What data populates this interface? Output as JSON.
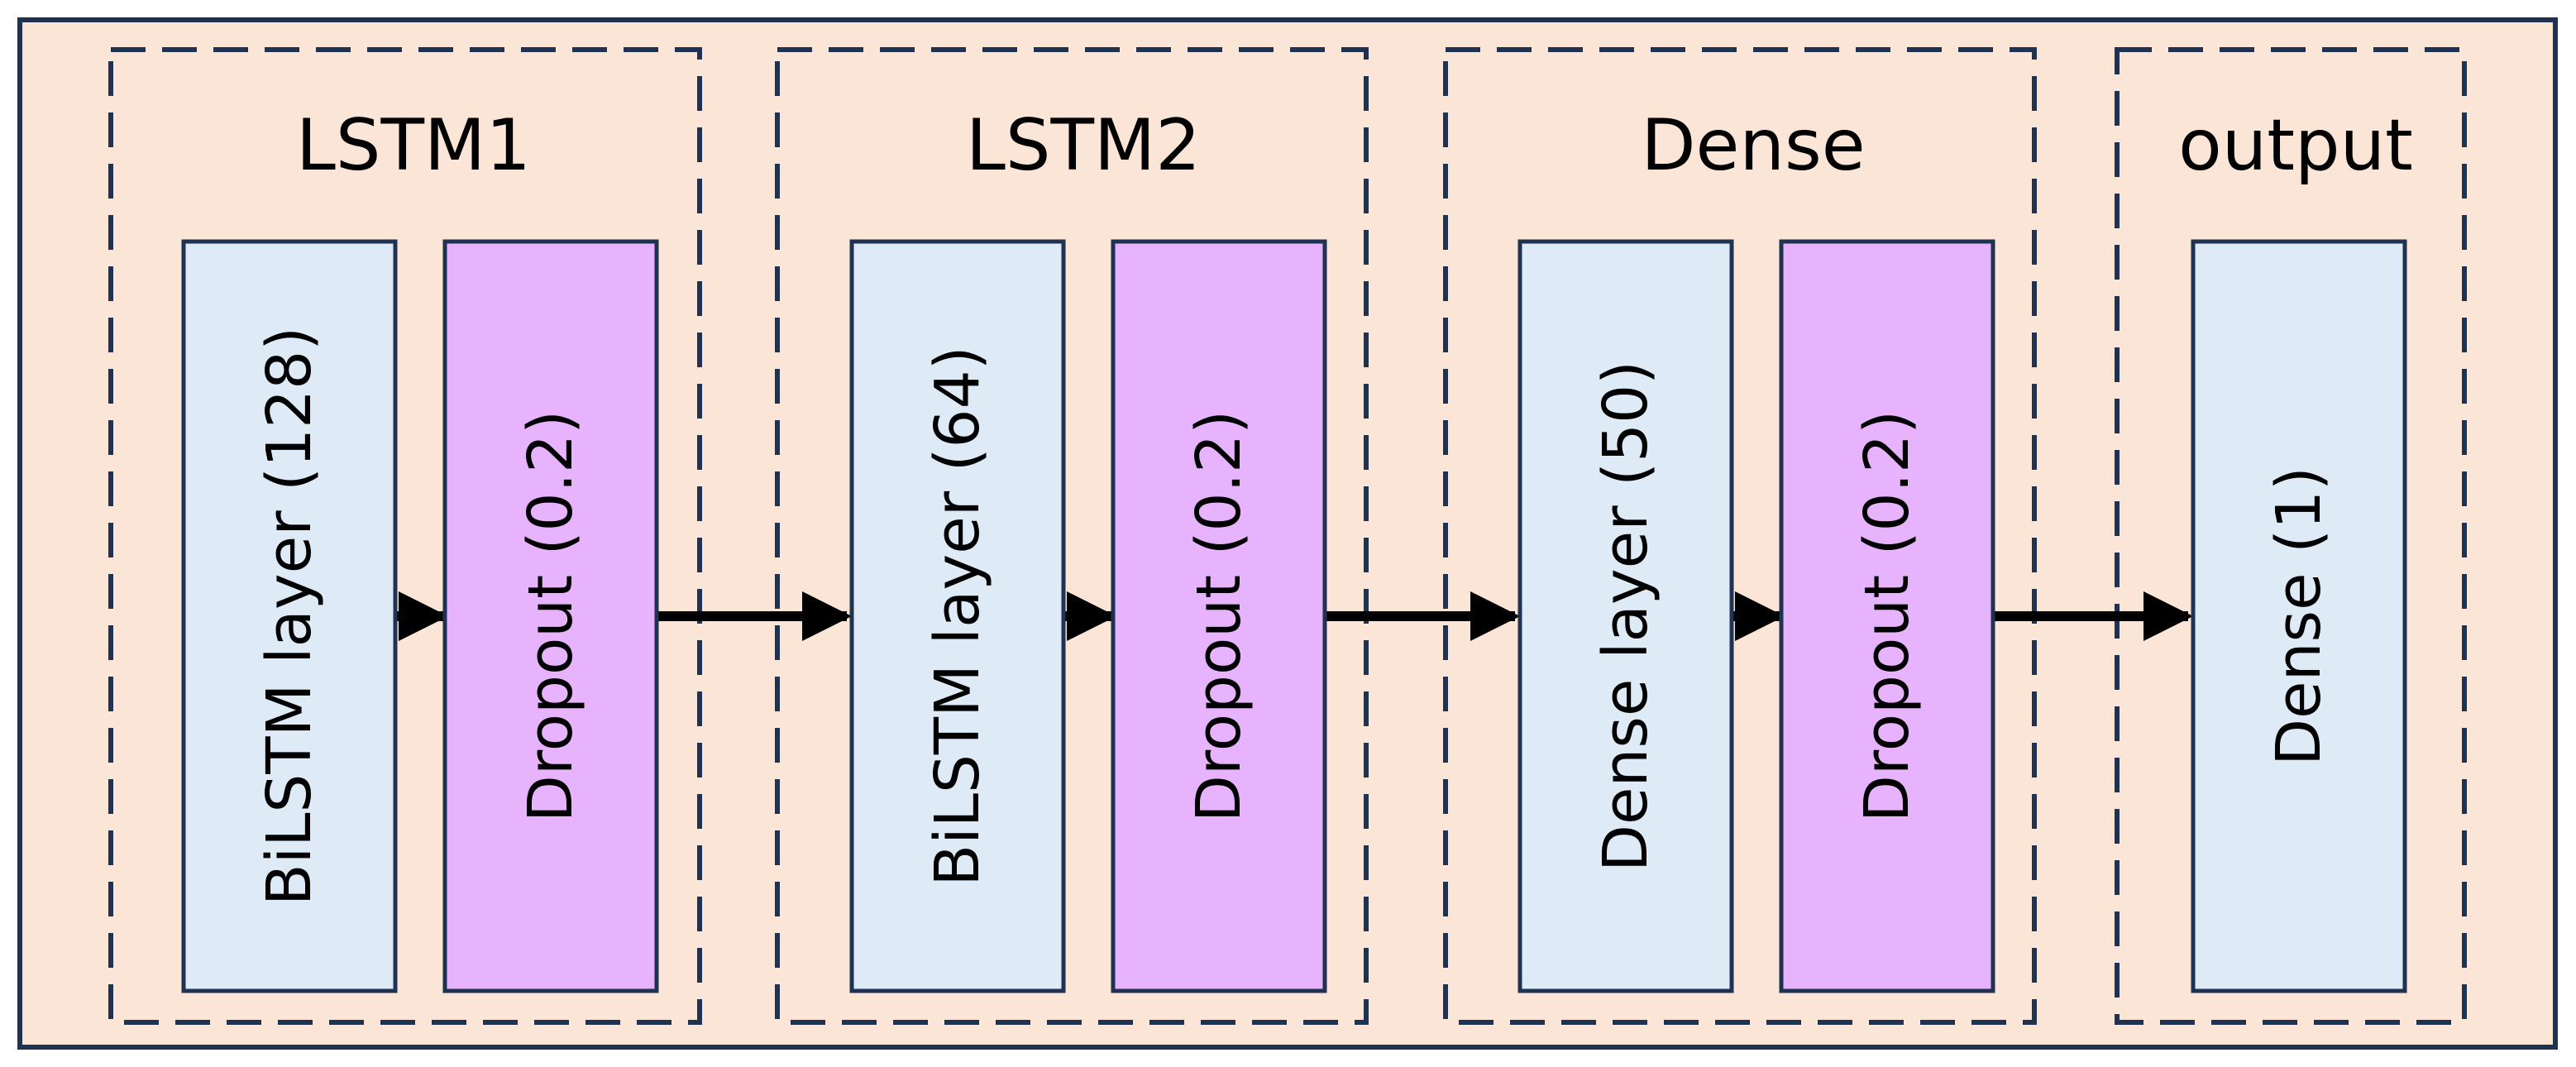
{
  "colors": {
    "background": "#fbe5d6",
    "border": "#1f3252",
    "layer_blue": "#deebf7",
    "layer_purple": "#e6b3fc",
    "arrow": "#000000"
  },
  "groups": [
    {
      "title": "LSTM1",
      "layers": [
        {
          "label": "BiLSTM layer (128)",
          "kind": "blue"
        },
        {
          "label": "Dropout (0.2)",
          "kind": "purple"
        }
      ]
    },
    {
      "title": "LSTM2",
      "layers": [
        {
          "label": "BiLSTM layer (64)",
          "kind": "blue"
        },
        {
          "label": "Dropout (0.2)",
          "kind": "purple"
        }
      ]
    },
    {
      "title": "Dense",
      "layers": [
        {
          "label": "Dense layer (50)",
          "kind": "blue"
        },
        {
          "label": "Dropout (0.2)",
          "kind": "purple"
        }
      ]
    },
    {
      "title": "output",
      "layers": [
        {
          "label": "Dense (1)",
          "kind": "blue"
        }
      ]
    }
  ]
}
